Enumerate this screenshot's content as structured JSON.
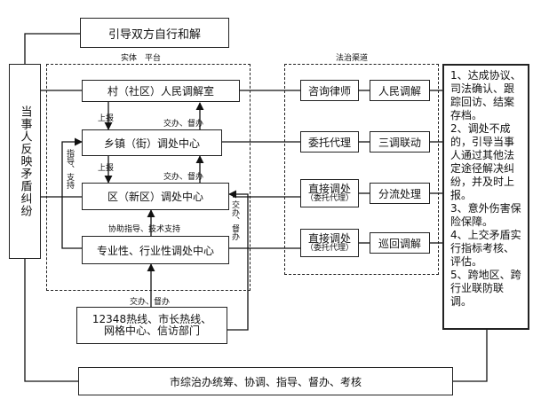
{
  "top_box": "引导双方自行和解",
  "shiti_pingtai": "实体　平台",
  "fazhi_qudao": "法治渠道",
  "left_box": "当事人反映矛盾纠纷",
  "levels": {
    "village": "村（社区）人民调解室",
    "town": "乡镇（街）调处中心",
    "district": "区（新区）调处中心",
    "industry": "专业性、行业性调处中心"
  },
  "hotline": {
    "line1": "12348热线、市长热线、",
    "line2": "网格中心、信访部门"
  },
  "edge_labels": {
    "shangbao": "上报",
    "jiaoban_duban": "交办、督办",
    "xiezhu": "协助指导、技术支持",
    "zhidao_zhichi": "指导、支持",
    "jiaoban_duban_vert": "交办、督办"
  },
  "legal_rows": [
    {
      "left": "咨询律师",
      "right": "人民调解"
    },
    {
      "left": "委托代理",
      "right": "三调联动"
    },
    {
      "left": "直接调处",
      "left_sub": "（委托代理）",
      "right": "分流处理"
    },
    {
      "left": "直接调处",
      "left_sub": "（委托代理）",
      "right": "巡回调解"
    }
  ],
  "right_notes": [
    "1、达成协议、司法确认、跟踪回访、结案存档。",
    "2、调处不成的，引导当事人通过其他法定途径解决纠纷，并及时上报。",
    "3、意外伤害保险保障。",
    "4、上交矛盾实行指标考核、评估。",
    "5、跨地区、跨行业联防联调。"
  ],
  "bottom_box": "市综治办统筹、协调、指导、督办、考核"
}
